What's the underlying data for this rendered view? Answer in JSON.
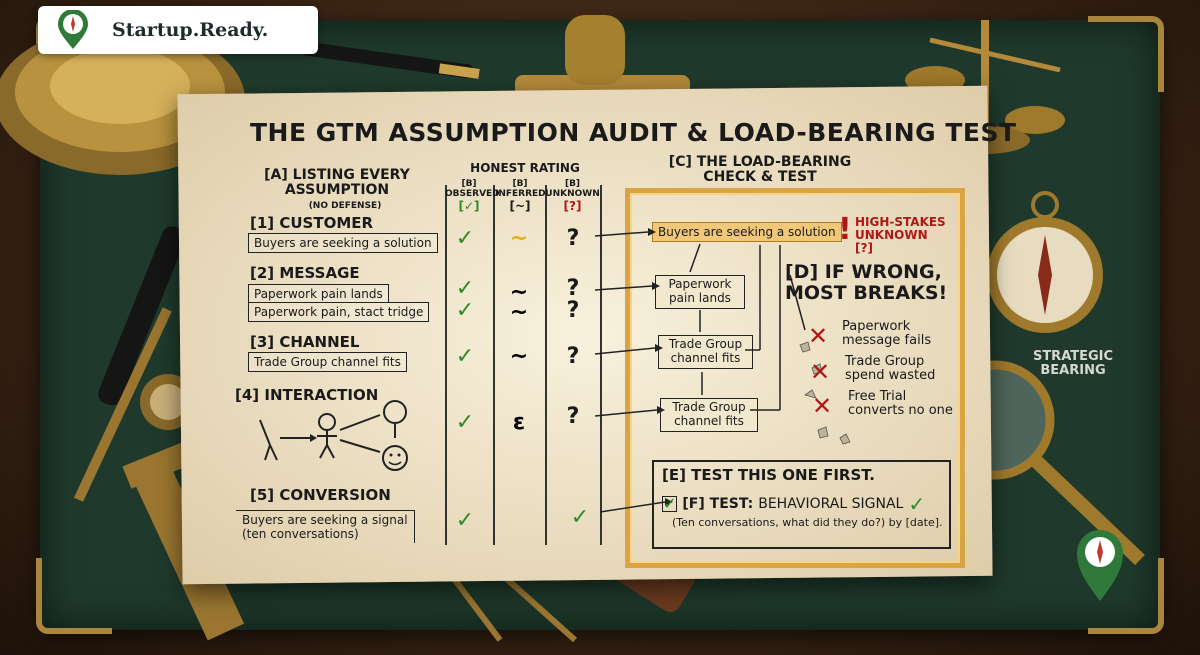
{
  "brand": {
    "name": "Startup.Ready."
  },
  "title": "THE GTM ASSUMPTION AUDIT & LOAD-BEARING TEST",
  "section_a": {
    "header": "[A] LISTING EVERY ASSUMPTION",
    "note": "(NO DEFENSE)"
  },
  "rating": {
    "header": "HONEST RATING",
    "cols": [
      {
        "tag": "[B]",
        "label": "OBSERVED",
        "sym": "[✓]"
      },
      {
        "tag": "[B]",
        "label": "INFERRED",
        "sym": "[~]"
      },
      {
        "tag": "[B]",
        "label": "UNKNOWN",
        "sym": "[?]"
      }
    ]
  },
  "rows": [
    {
      "heading": "[1] CUSTOMER",
      "items": [
        "Buyers are seeking a solution"
      ],
      "marks": [
        "✓",
        "~",
        "?"
      ]
    },
    {
      "heading": "[2] MESSAGE",
      "items": [
        "Paperwork pain lands",
        "Paperwork pain, stact tridge"
      ],
      "marks": [
        "✓",
        "~",
        "?"
      ]
    },
    {
      "heading": "[3] CHANNEL",
      "items": [
        "Trade Group channel fits"
      ],
      "marks": [
        "✓",
        "~",
        "?"
      ]
    },
    {
      "heading": "[4] INTERACTION",
      "items": [],
      "marks": [
        "✓",
        "ε",
        "?"
      ]
    },
    {
      "heading": "[5] CONVERSION",
      "items": [
        "Buyers are seeking a signal",
        "(ten conversations)"
      ],
      "marks": [
        "✓",
        "",
        "✓"
      ]
    }
  ],
  "section_c": {
    "header": "[C] THE LOAD-BEARING CHECK & TEST",
    "top_box": "Buyers are seeking a solution",
    "alert": "HIGH-STAKES UNKNOWN [?]",
    "flow": [
      "Paperwork pain lands",
      "Trade Group channel fits",
      "Trade Group channel fits"
    ]
  },
  "section_d": {
    "header": "[D] IF WRONG, MOST BREAKS!",
    "breaks": [
      "Paperwork message fails",
      "Trade Group spend wasted",
      "Free Trial converts no one"
    ]
  },
  "section_e": {
    "header": "[E] TEST THIS ONE FIRST."
  },
  "section_f": {
    "label": "[F] TEST:",
    "test": "BEHAVIORAL SIGNAL",
    "detail": "(Ten conversations, what did they do?) by [date]."
  },
  "side_label": "STRATEGIC BEARING"
}
